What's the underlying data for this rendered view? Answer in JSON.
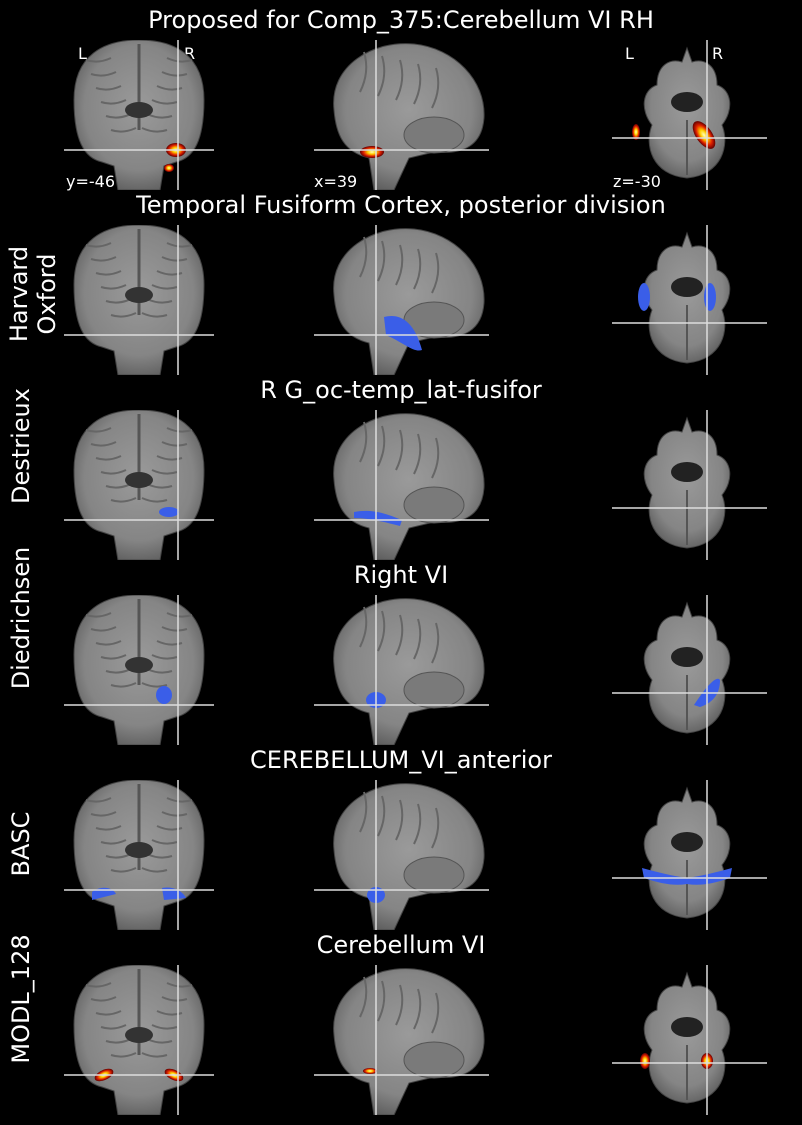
{
  "main_title": "Proposed for Comp_375:Cerebellum VI RH",
  "orientation": {
    "left": "L",
    "right": "R"
  },
  "coords": {
    "coronal": "y=-46",
    "sagittal": "x=39",
    "axial": "z=-30"
  },
  "rows": [
    {
      "id": "proposed",
      "atlas": "",
      "region": "",
      "overlay": "hot"
    },
    {
      "id": "harvard",
      "atlas": "Harvard\nOxford",
      "region": "Temporal Fusiform Cortex, posterior division",
      "overlay": "blue"
    },
    {
      "id": "destrieux",
      "atlas": "Destrieux",
      "region": "R G_oc-temp_lat-fusifor",
      "overlay": "blue"
    },
    {
      "id": "diedrichsen",
      "atlas": "Diedrichsen",
      "region": "Right VI",
      "overlay": "blue"
    },
    {
      "id": "basc",
      "atlas": "BASC",
      "region": "CEREBELLUM_VI_anterior",
      "overlay": "blue"
    },
    {
      "id": "modl",
      "atlas": "MODL_128",
      "region": "Cerebellum VI",
      "overlay": "hot"
    }
  ],
  "colors": {
    "background": "#000000",
    "overlay_blue": "#3a5ee8",
    "crosshair": "#dddddd",
    "brain": "#8a8a8a"
  }
}
